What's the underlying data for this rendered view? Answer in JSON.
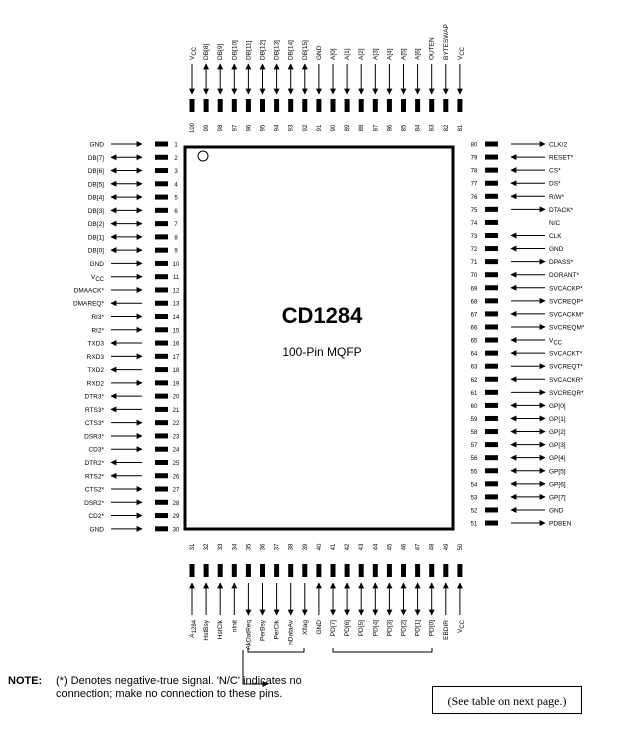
{
  "chip": {
    "name": "CD1284",
    "package": "100-Pin MQFP"
  },
  "pins": {
    "left": [
      {
        "num": "1",
        "label": "GND",
        "arrow": "in"
      },
      {
        "num": "2",
        "label": "DB[7]",
        "arrow": "bi"
      },
      {
        "num": "3",
        "label": "DB[6]",
        "arrow": "bi"
      },
      {
        "num": "4",
        "label": "DB[5]",
        "arrow": "bi"
      },
      {
        "num": "5",
        "label": "DB[4]",
        "arrow": "bi"
      },
      {
        "num": "6",
        "label": "DB[3]",
        "arrow": "bi"
      },
      {
        "num": "7",
        "label": "DB[2]",
        "arrow": "bi"
      },
      {
        "num": "8",
        "label": "DB[1]",
        "arrow": "bi"
      },
      {
        "num": "9",
        "label": "DB[0]",
        "arrow": "bi"
      },
      {
        "num": "10",
        "label": "GND",
        "arrow": "in"
      },
      {
        "num": "11",
        "label": "VCC",
        "arrow": "in"
      },
      {
        "num": "12",
        "label": "DMAACK*",
        "arrow": "in"
      },
      {
        "num": "13",
        "label": "DMAREQ*",
        "arrow": "out"
      },
      {
        "num": "14",
        "label": "RI3*",
        "arrow": "in"
      },
      {
        "num": "15",
        "label": "RI2*",
        "arrow": "in"
      },
      {
        "num": "16",
        "label": "TXD3",
        "arrow": "out"
      },
      {
        "num": "17",
        "label": "RXD3",
        "arrow": "in"
      },
      {
        "num": "18",
        "label": "TXD2",
        "arrow": "out"
      },
      {
        "num": "19",
        "label": "RXD2",
        "arrow": "in"
      },
      {
        "num": "20",
        "label": "DTR3*",
        "arrow": "out"
      },
      {
        "num": "21",
        "label": "RTS3*",
        "arrow": "out"
      },
      {
        "num": "22",
        "label": "CTS3*",
        "arrow": "in"
      },
      {
        "num": "23",
        "label": "DSR3*",
        "arrow": "in"
      },
      {
        "num": "24",
        "label": "CD3*",
        "arrow": "in"
      },
      {
        "num": "25",
        "label": "DTR2*",
        "arrow": "out"
      },
      {
        "num": "26",
        "label": "RTS2*",
        "arrow": "out"
      },
      {
        "num": "27",
        "label": "CTS2*",
        "arrow": "in"
      },
      {
        "num": "28",
        "label": "DSR2*",
        "arrow": "in"
      },
      {
        "num": "29",
        "label": "CD2*",
        "arrow": "in"
      },
      {
        "num": "30",
        "label": "GND",
        "arrow": "in"
      }
    ],
    "right": [
      {
        "num": "80",
        "label": "CLK/2",
        "arrow": "out"
      },
      {
        "num": "79",
        "label": "RESET*",
        "arrow": "in"
      },
      {
        "num": "78",
        "label": "CS*",
        "arrow": "in"
      },
      {
        "num": "77",
        "label": "DS*",
        "arrow": "in"
      },
      {
        "num": "76",
        "label": "R/W*",
        "arrow": "in"
      },
      {
        "num": "75",
        "label": "DTACK*",
        "arrow": "out"
      },
      {
        "num": "74",
        "label": "N/C",
        "arrow": "none"
      },
      {
        "num": "73",
        "label": "CLK",
        "arrow": "in"
      },
      {
        "num": "72",
        "label": "GND",
        "arrow": "in"
      },
      {
        "num": "71",
        "label": "DPASS*",
        "arrow": "out"
      },
      {
        "num": "70",
        "label": "DGRANT*",
        "arrow": "in"
      },
      {
        "num": "69",
        "label": "SVCACKP*",
        "arrow": "in"
      },
      {
        "num": "68",
        "label": "SVCREQP*",
        "arrow": "out"
      },
      {
        "num": "67",
        "label": "SVCACKM*",
        "arrow": "in"
      },
      {
        "num": "66",
        "label": "SVCREQM*",
        "arrow": "out"
      },
      {
        "num": "65",
        "label": "VCC",
        "arrow": "in"
      },
      {
        "num": "64",
        "label": "SVCACKT*",
        "arrow": "in"
      },
      {
        "num": "63",
        "label": "SVCREQT*",
        "arrow": "out"
      },
      {
        "num": "62",
        "label": "SVCACKR*",
        "arrow": "in"
      },
      {
        "num": "61",
        "label": "SVCREQR*",
        "arrow": "out"
      },
      {
        "num": "60",
        "label": "GP[0]",
        "arrow": "bi"
      },
      {
        "num": "59",
        "label": "GP[1]",
        "arrow": "bi"
      },
      {
        "num": "58",
        "label": "GP[2]",
        "arrow": "bi"
      },
      {
        "num": "57",
        "label": "GP[3]",
        "arrow": "bi"
      },
      {
        "num": "56",
        "label": "GP[4]",
        "arrow": "bi"
      },
      {
        "num": "55",
        "label": "GP[5]",
        "arrow": "bi"
      },
      {
        "num": "54",
        "label": "GP[6]",
        "arrow": "bi"
      },
      {
        "num": "53",
        "label": "GP[7]",
        "arrow": "bi"
      },
      {
        "num": "52",
        "label": "GND",
        "arrow": "in"
      },
      {
        "num": "51",
        "label": "PDBEN",
        "arrow": "out"
      }
    ],
    "top": [
      {
        "num": "100",
        "label": "VCC",
        "arrow": "in"
      },
      {
        "num": "99",
        "label": "DB[8]",
        "arrow": "bi"
      },
      {
        "num": "98",
        "label": "DB[9]",
        "arrow": "bi"
      },
      {
        "num": "97",
        "label": "DB[10]",
        "arrow": "bi"
      },
      {
        "num": "96",
        "label": "DB[11]",
        "arrow": "bi"
      },
      {
        "num": "95",
        "label": "DB[12]",
        "arrow": "bi"
      },
      {
        "num": "94",
        "label": "DB[13]",
        "arrow": "bi"
      },
      {
        "num": "93",
        "label": "DB[14]",
        "arrow": "bi"
      },
      {
        "num": "92",
        "label": "DB[15]",
        "arrow": "bi"
      },
      {
        "num": "91",
        "label": "GND",
        "arrow": "in"
      },
      {
        "num": "90",
        "label": "A[0]",
        "arrow": "in"
      },
      {
        "num": "89",
        "label": "A[1]",
        "arrow": "in"
      },
      {
        "num": "88",
        "label": "A[2]",
        "arrow": "in"
      },
      {
        "num": "87",
        "label": "A[3]",
        "arrow": "in"
      },
      {
        "num": "86",
        "label": "A[4]",
        "arrow": "in"
      },
      {
        "num": "85",
        "label": "A[5]",
        "arrow": "in"
      },
      {
        "num": "84",
        "label": "A[6]",
        "arrow": "in"
      },
      {
        "num": "83",
        "label": "OUTEN",
        "arrow": "in"
      },
      {
        "num": "82",
        "label": "BYTESWAP",
        "arrow": "in"
      },
      {
        "num": "81",
        "label": "VCC",
        "arrow": "in"
      }
    ],
    "bottom": [
      {
        "num": "31",
        "label": "A_1284",
        "arrow": "in"
      },
      {
        "num": "32",
        "label": "HstBsy",
        "arrow": "in"
      },
      {
        "num": "33",
        "label": "HstClk",
        "arrow": "in"
      },
      {
        "num": "34",
        "label": "nInit",
        "arrow": "in"
      },
      {
        "num": "35",
        "label": "AkDatReq",
        "arrow": "out"
      },
      {
        "num": "36",
        "label": "PerBsy",
        "arrow": "out"
      },
      {
        "num": "37",
        "label": "PerClk",
        "arrow": "out"
      },
      {
        "num": "38",
        "label": "nDataAv",
        "arrow": "out"
      },
      {
        "num": "39",
        "label": "Xflag",
        "arrow": "out"
      },
      {
        "num": "40",
        "label": "GND",
        "arrow": "in"
      },
      {
        "num": "41",
        "label": "PD[7]",
        "arrow": "bi"
      },
      {
        "num": "42",
        "label": "PD[6]",
        "arrow": "bi"
      },
      {
        "num": "43",
        "label": "PD[5]",
        "arrow": "bi"
      },
      {
        "num": "44",
        "label": "PD[4]",
        "arrow": "bi"
      },
      {
        "num": "45",
        "label": "PD[3]",
        "arrow": "bi"
      },
      {
        "num": "46",
        "label": "PD[2]",
        "arrow": "bi"
      },
      {
        "num": "47",
        "label": "PD[1]",
        "arrow": "bi"
      },
      {
        "num": "48",
        "label": "PD[0]",
        "arrow": "bi"
      },
      {
        "num": "49",
        "label": "EBDIR",
        "arrow": "in"
      },
      {
        "num": "50",
        "label": "VCC",
        "arrow": "in"
      }
    ]
  },
  "note": {
    "lead": "NOTE:",
    "text": "(*) Denotes negative-true signal. 'N/C' indicates no connection; make no connection to these pins."
  },
  "see_table": "(See table on next page.)"
}
